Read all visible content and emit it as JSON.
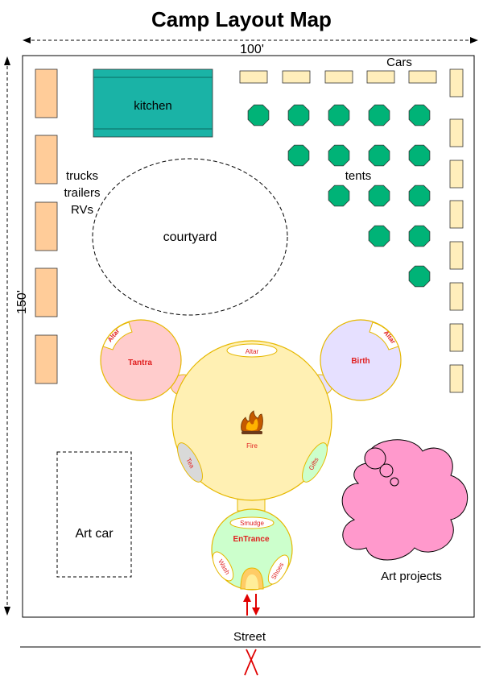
{
  "title": "Camp Layout Map",
  "dimensions": {
    "width": "100'",
    "height": "150'"
  },
  "areas": {
    "kitchen": "kitchen",
    "cars": "Cars",
    "tents": "tents",
    "vehicles_line1": "trucks",
    "vehicles_line2": "trailers",
    "vehicles_line3": "RVs",
    "courtyard": "courtyard",
    "art_car": "Art car",
    "art_projects": "Art projects",
    "street": "Street"
  },
  "dome": {
    "altar_center": "Altar",
    "fire": "Fire",
    "tea": "Tea",
    "gifts": "Gifts",
    "tantra": "Tantra",
    "tantra_altar": "Altar",
    "birth": "Birth",
    "birth_altar": "Altar",
    "smudge": "Smudge",
    "entrance": "EnTrance",
    "wash": "Wash",
    "shoes": "Shoes"
  },
  "colors": {
    "vehicle_fill": "#ffcc99",
    "car_fill": "#ffeebb",
    "kitchen_fill": "#1ab3a6",
    "tent_fill": "#00b377",
    "tantra_fill": "#ffcccc",
    "birth_fill": "#e6e0ff",
    "fire_dome_fill": "#fff0b3",
    "entrance_fill": "#ccffcc",
    "art_projects_fill": "#ff99cc",
    "label_red": "#e02020"
  }
}
